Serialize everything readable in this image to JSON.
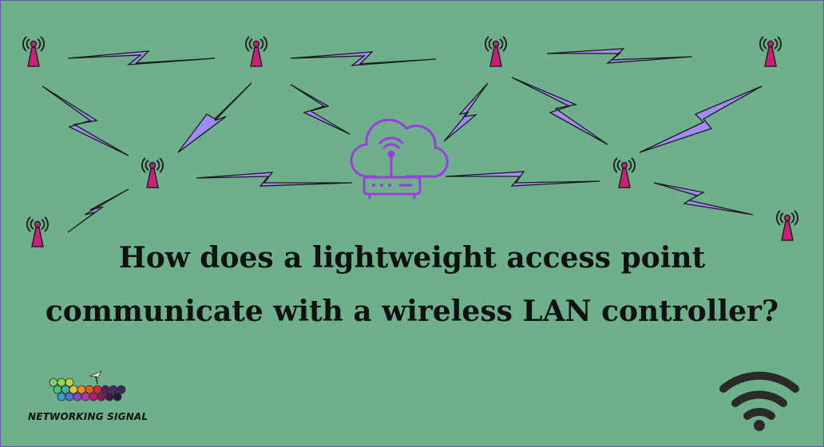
{
  "headline": {
    "line1": "How does a lightweight access point",
    "line2": "communicate with a wireless LAN controller?"
  },
  "brand": {
    "name": "NETWORKING SIGNAL"
  },
  "icons": {
    "access_point": "antenna-tower-icon",
    "controller": "cloud-router-icon",
    "link": "lightning-bolt-icon",
    "wifi": "wifi-icon",
    "logo": "networking-signal-logo"
  },
  "colors": {
    "background": "#6fb08c",
    "tower": "#cc1f7a",
    "bolt": "#a08cf2",
    "controller": "#9b3de0",
    "text": "#111111"
  }
}
